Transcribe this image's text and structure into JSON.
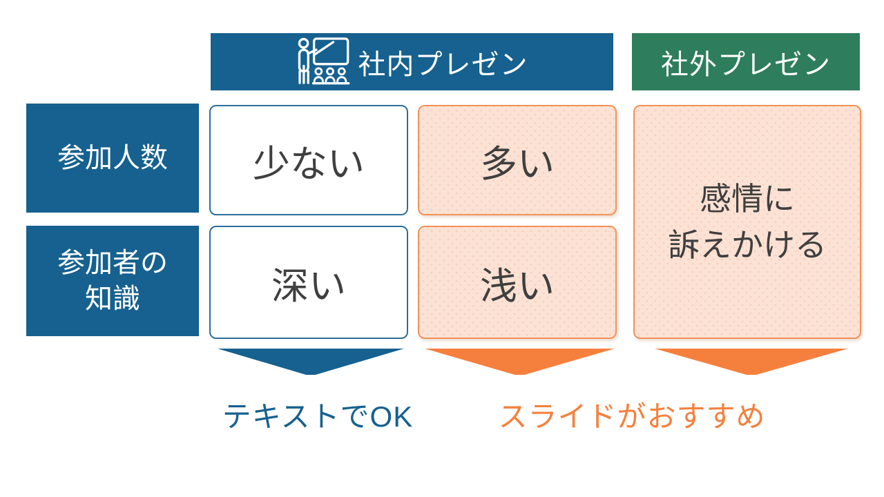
{
  "colors": {
    "blue": "#16618F",
    "green": "#2E7D5C",
    "orange": "#F5803E",
    "peach_fill": "#FCE2D4",
    "peach_border": "#F09358",
    "cell_border_blue": "#2B6D9A",
    "text_dark": "#3F3F3F"
  },
  "headers": {
    "internal": {
      "label": "社内プレゼン",
      "icon": "presenter-with-audience-icon"
    },
    "external": {
      "label": "社外プレゼン"
    }
  },
  "rows": [
    {
      "label": "参加人数"
    },
    {
      "label": "参加者の\n知識"
    }
  ],
  "cells": {
    "internal_text": {
      "row1": "少ない",
      "row2": "深い"
    },
    "internal_slide": {
      "row1": "多い",
      "row2": "浅い"
    },
    "external": "感情に\n訴えかける"
  },
  "conclusions": {
    "text_ok": "テキストでOK",
    "slide_recommend": "スライドがおすすめ"
  }
}
